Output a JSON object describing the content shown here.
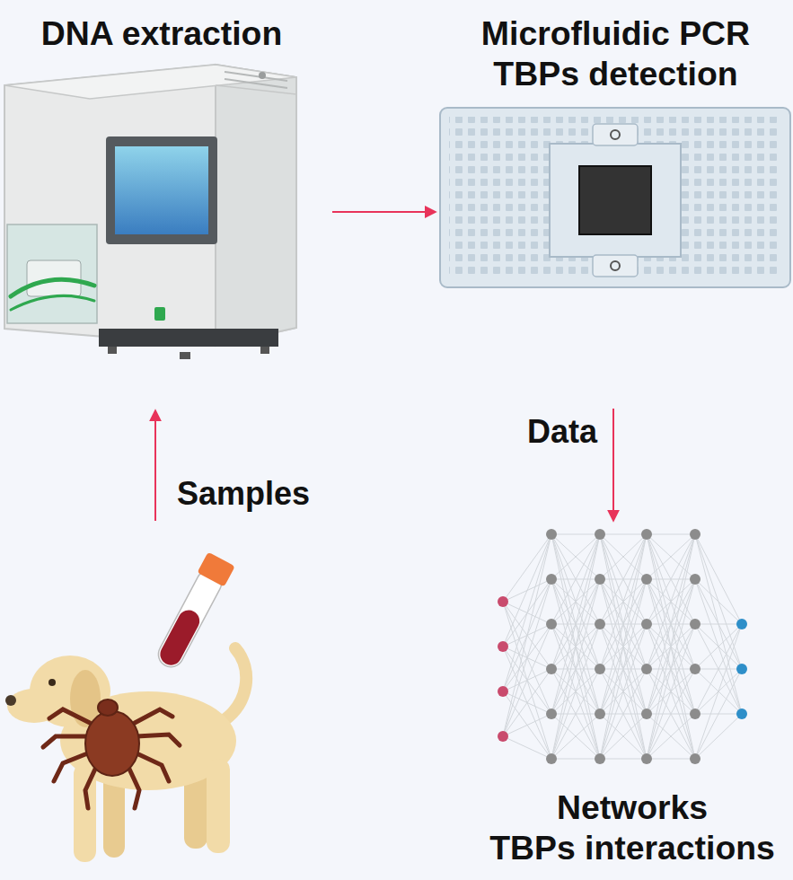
{
  "diagram": {
    "nodes": [
      {
        "text": [
          "DNA extraction"
        ]
      },
      {
        "text": [
          "Microfluidic PCR TBPs detection"
        ]
      },
      {
        "text": [
          "Networks TBPs interactions"
        ]
      }
    ],
    "edges": [
      {
        "from": 0,
        "to": 1,
        "arrow": "to"
      },
      {
        "from": 1,
        "to": 2,
        "label": "Data",
        "arrow": "to"
      }
    ],
    "labels": [
      "Samples"
    ]
  }
}
